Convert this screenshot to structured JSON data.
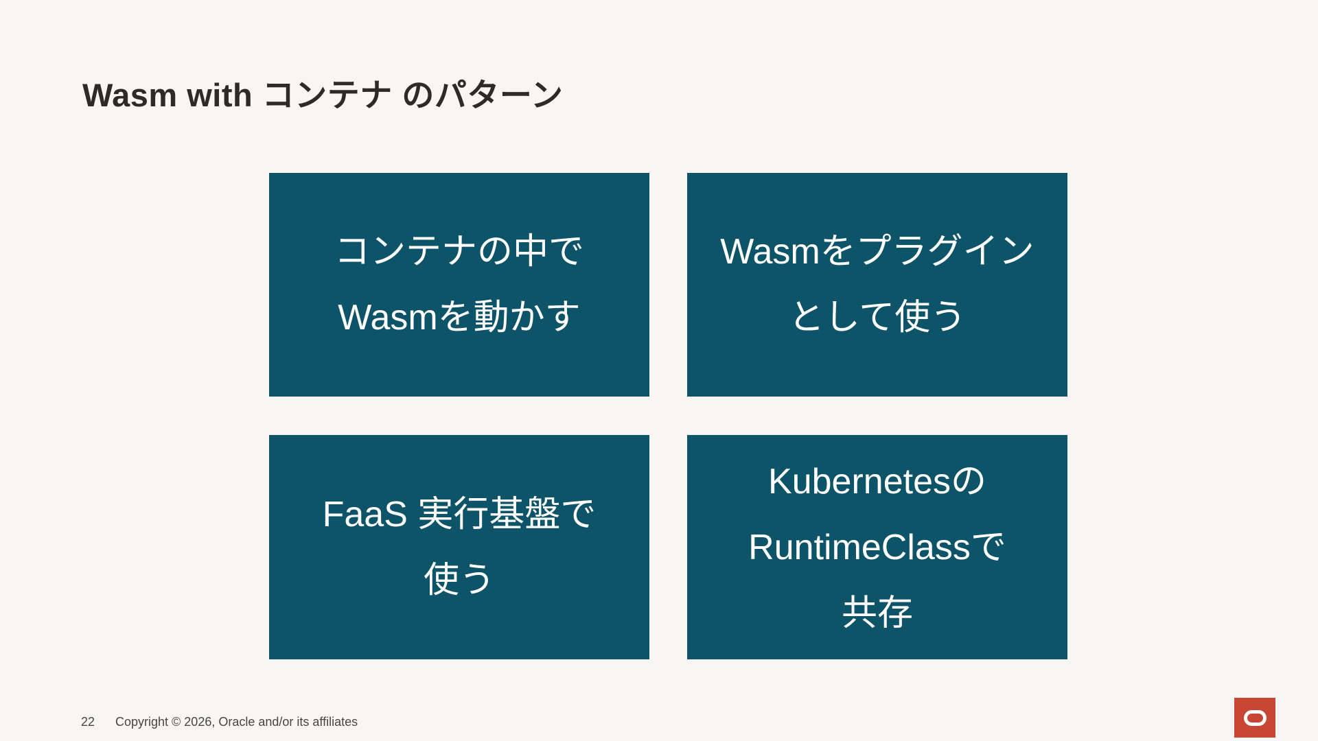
{
  "slide": {
    "title": "Wasm with コンテナ のパターン",
    "boxes": [
      {
        "name": "wasm-inside-container",
        "lines": [
          "コンテナの中で",
          "Wasmを動かす"
        ]
      },
      {
        "name": "wasm-as-plugin",
        "lines": [
          "Wasmをプラグイン",
          "として使う"
        ]
      },
      {
        "name": "faas-runtime",
        "lines": [
          "FaaS 実行基盤で",
          "使う"
        ]
      },
      {
        "name": "kubernetes-runtimeclass",
        "lines": [
          "Kubernetesの",
          "RuntimeClassで",
          "共存"
        ]
      }
    ],
    "footer": {
      "page_number": "22",
      "copyright": "Copyright © 2026, Oracle and/or its affiliates"
    },
    "logo": {
      "brand": "Oracle",
      "icon": "oracle-o-icon"
    },
    "colors": {
      "background": "#F7F6F4",
      "box_fill": "#0E5469",
      "box_text": "#FFFFFF",
      "title_text": "#2E2B26",
      "footer_text": "#4A4440",
      "logo_red": "#C74634"
    }
  }
}
